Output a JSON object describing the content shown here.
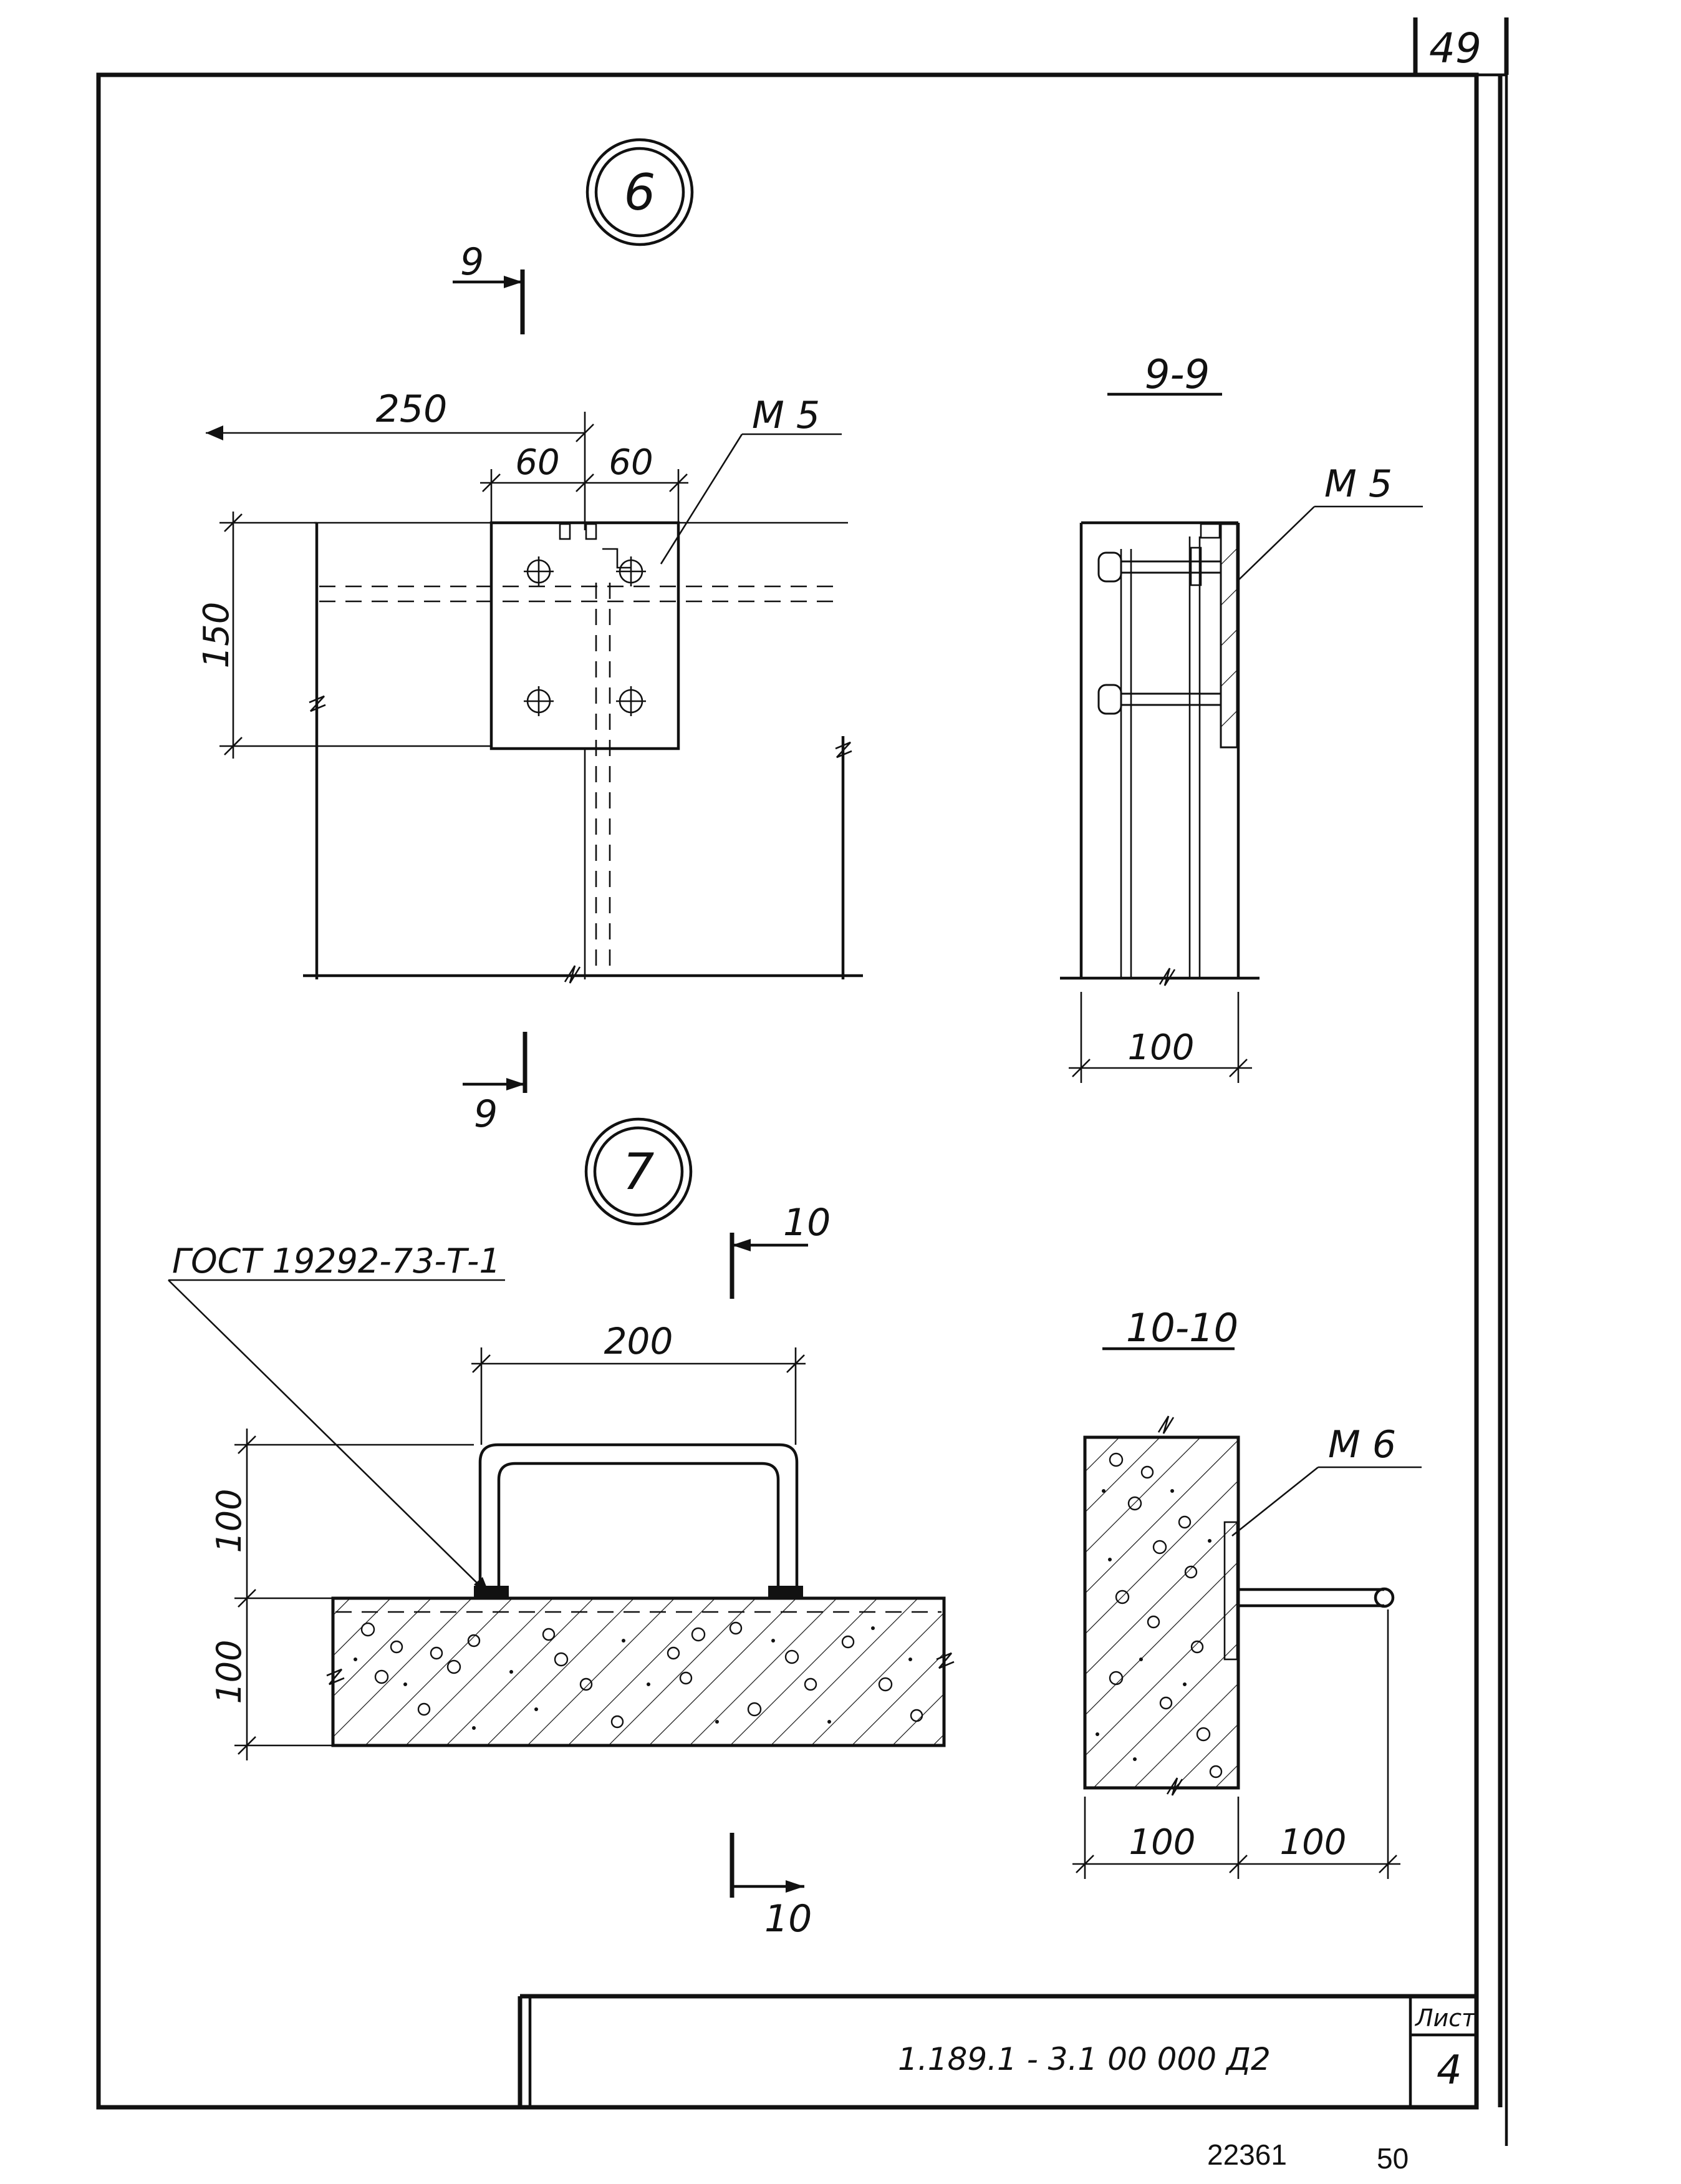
{
  "sheet_corner_number": "49",
  "detail_6": {
    "marker": "6",
    "section_mark_top": "9",
    "section_mark_bottom": "9",
    "dim_width": "250",
    "dim_left_half": "60",
    "dim_right_half": "60",
    "dim_height": "150",
    "plate_label": "M 5"
  },
  "section_9_9": {
    "title": "9-9",
    "plate_label": "M 5",
    "dim_width": "100"
  },
  "detail_7": {
    "marker": "7",
    "section_mark_top": "10",
    "section_mark_bottom": "10",
    "standard_ref": "ГОСТ 19292-73-Т-1",
    "dim_span": "200",
    "dim_height_upper": "100",
    "dim_height_lower": "100"
  },
  "section_10_10": {
    "title": "10-10",
    "plate_label": "M 6",
    "dim_wall": "100",
    "dim_projection": "100"
  },
  "title_block": {
    "document_code": "1.189.1 - 3.1  00 000 Д2",
    "sheet_label": "Лист",
    "sheet_number": "4"
  },
  "footer": {
    "archive_number": "22361",
    "page_number": "50"
  }
}
